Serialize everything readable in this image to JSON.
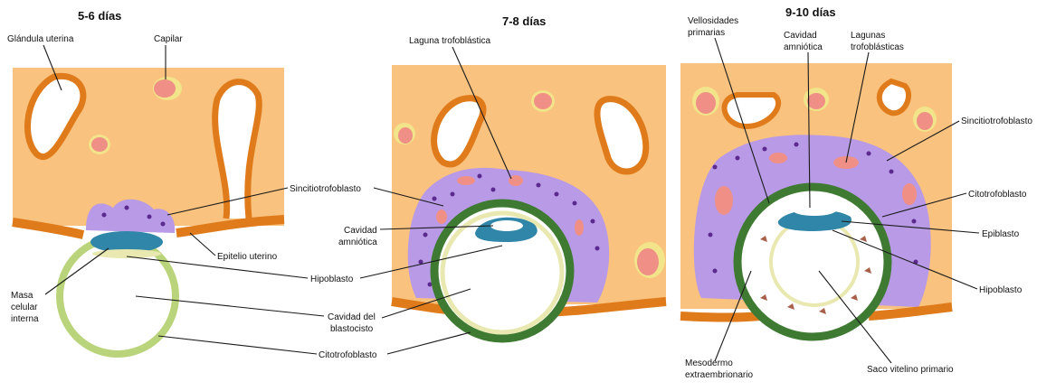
{
  "panels": [
    {
      "title": "5-6 días"
    },
    {
      "title": "7-8 días"
    },
    {
      "title": "9-10 días"
    }
  ],
  "labels": {
    "p1_glandula": "Glándula uterina",
    "p1_capilar": "Capilar",
    "sincitio_center": "Sincitiotrofoblasto",
    "cavidad_amniotica_1": "Cavidad",
    "cavidad_amniotica_2": "amniótica",
    "epitelio_uterino": "Epitelio uterino",
    "hipoblasto_center": "Hipoblasto",
    "masa_1": "Masa",
    "masa_2": "celular",
    "masa_3": "interna",
    "cavidad_blast_1": "Cavidad del",
    "cavidad_blast_2": "blastocisto",
    "citotrofo_center": "Citotrofoblasto",
    "laguna_trofo": "Laguna trofoblástica",
    "vellosidades_1": "Vellosidades",
    "vellosidades_2": "primarias",
    "p3_cav_amn_1": "Cavidad",
    "p3_cav_amn_2": "amniótica",
    "lagunas_1": "Lagunas",
    "lagunas_2": "trofoblásticas",
    "p3_sincitio": "Sincitiotrofoblasto",
    "p3_citotrofo": "Citotrofoblasto",
    "epiblasto": "Epiblasto",
    "p3_hipoblasto": "Hipoblasto",
    "mesodermo_1": "Mesodermo",
    "mesodermo_2": "extraembrionario",
    "saco_vitelino": "Saco vitelino primario"
  },
  "colors": {
    "endometrium": "#f9c27e",
    "gland_wall": "#e07b1b",
    "capillary": "#ef8f86",
    "capillary_ring": "#f2e48a",
    "syncytio": "#b99ae6",
    "syncytio_dot": "#5c2a8e",
    "cytotrofo_early": "#b9d47a",
    "cytotrofo_dark": "#3f7a32",
    "epiblast": "#2f86a8",
    "hypoblast": "#e8e8b0",
    "mesoderm_dot": "#a8604a"
  }
}
